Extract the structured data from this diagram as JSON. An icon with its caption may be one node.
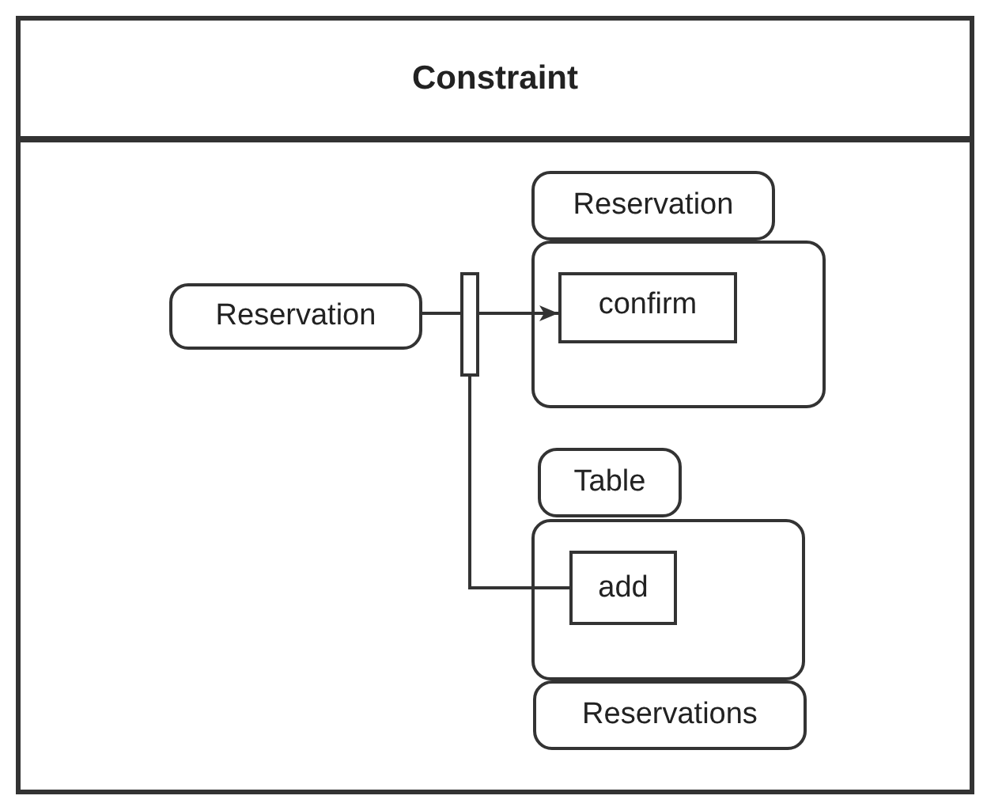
{
  "diagram": {
    "title": "Constraint",
    "nodes": [
      {
        "text": [
          "Reservation"
        ]
      },
      {
        "text": [],
        "shape": "bar"
      },
      {
        "text": [
          "Reservation"
        ]
      },
      {
        "text": [],
        "shape": "box"
      },
      {
        "text": [
          "confirm"
        ],
        "in": 3
      },
      {
        "text": [
          "Table"
        ]
      },
      {
        "text": [],
        "shape": "box"
      },
      {
        "text": [
          "add"
        ],
        "in": 6
      },
      {
        "text": [
          "Reservations"
        ]
      }
    ],
    "edges": [
      {
        "from": 0,
        "to": 1,
        "arrow": "none"
      },
      {
        "from": 1,
        "to": 4,
        "arrow": "to"
      },
      {
        "from": 1,
        "to": 7,
        "arrow": "none"
      }
    ]
  }
}
